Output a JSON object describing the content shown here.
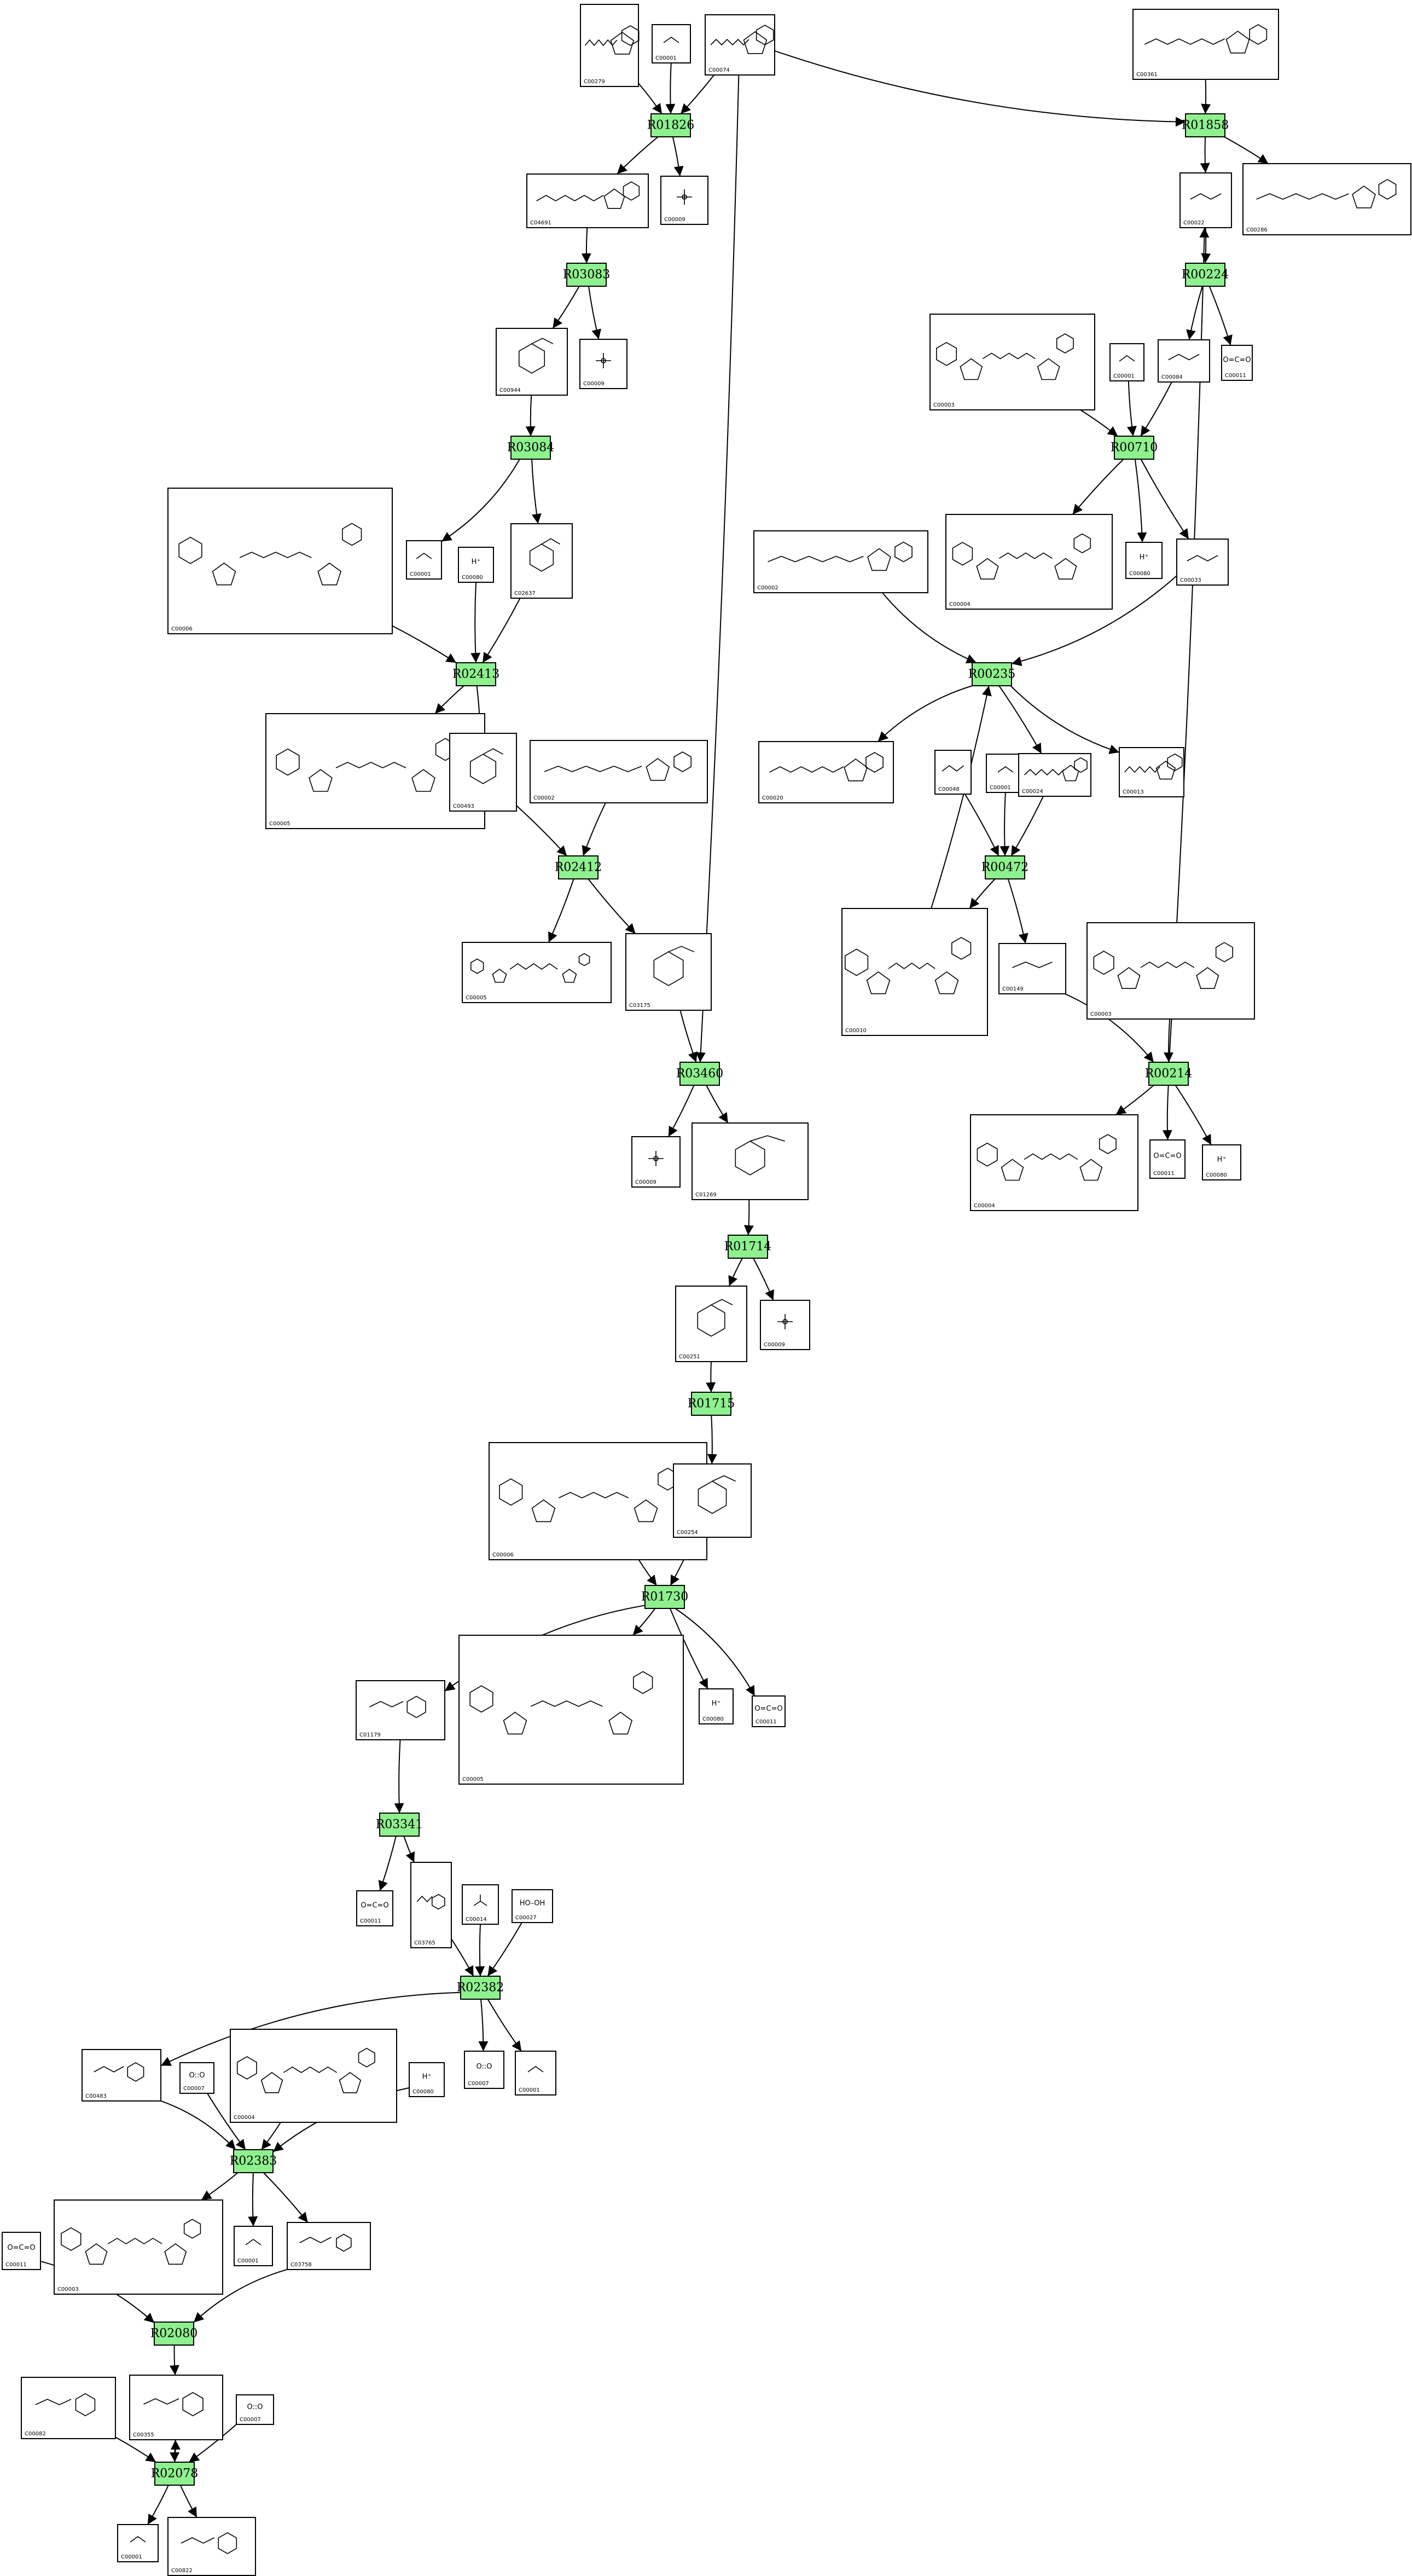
{
  "reactions": [
    {
      "id": "R01826",
      "label": "R01826"
    },
    {
      "id": "R01858",
      "label": "R01858"
    },
    {
      "id": "R03083",
      "label": "R03083"
    },
    {
      "id": "R00224",
      "label": "R00224"
    },
    {
      "id": "R03084",
      "label": "R03084"
    },
    {
      "id": "R00710",
      "label": "R00710"
    },
    {
      "id": "R02413",
      "label": "R02413"
    },
    {
      "id": "R00235",
      "label": "R00235"
    },
    {
      "id": "R02412",
      "label": "R02412"
    },
    {
      "id": "R00472",
      "label": "R00472"
    },
    {
      "id": "R03460",
      "label": "R03460"
    },
    {
      "id": "R00214",
      "label": "R00214"
    },
    {
      "id": "R01714",
      "label": "R01714"
    },
    {
      "id": "R01715",
      "label": "R01715"
    },
    {
      "id": "R01730",
      "label": "R01730"
    },
    {
      "id": "R03341",
      "label": "R03341"
    },
    {
      "id": "R02382",
      "label": "R02382"
    },
    {
      "id": "R02383",
      "label": "R02383"
    },
    {
      "id": "R02080",
      "label": "R02080"
    },
    {
      "id": "R02078",
      "label": "R02078"
    }
  ],
  "compounds": [
    {
      "id": "c1",
      "label": "C00279"
    },
    {
      "id": "c2",
      "label": "C00001"
    },
    {
      "id": "c3",
      "label": "C00074"
    },
    {
      "id": "c4",
      "label": "C00361"
    },
    {
      "id": "c5",
      "label": "C04691"
    },
    {
      "id": "c6",
      "label": "C00009"
    },
    {
      "id": "c7",
      "label": "C00022"
    },
    {
      "id": "c8",
      "label": "C00286"
    },
    {
      "id": "c9",
      "label": "C00944"
    },
    {
      "id": "c10",
      "label": "C00009"
    },
    {
      "id": "c11",
      "label": "C00003"
    },
    {
      "id": "c12",
      "label": "C00001"
    },
    {
      "id": "c13",
      "label": "C00084"
    },
    {
      "id": "c14",
      "label": "C00011"
    },
    {
      "id": "c15",
      "label": "C00006"
    },
    {
      "id": "c16",
      "label": "C00001"
    },
    {
      "id": "c17",
      "label": "C00080"
    },
    {
      "id": "c18",
      "label": "C02637"
    },
    {
      "id": "c19",
      "label": "C00002"
    },
    {
      "id": "c20",
      "label": "C00004"
    },
    {
      "id": "c21",
      "label": "C00080"
    },
    {
      "id": "c22",
      "label": "C00033"
    },
    {
      "id": "c23",
      "label": "C00005"
    },
    {
      "id": "c24",
      "label": "C00493"
    },
    {
      "id": "c25",
      "label": "C00002"
    },
    {
      "id": "c26",
      "label": "C00020"
    },
    {
      "id": "c27",
      "label": "C00048"
    },
    {
      "id": "c28",
      "label": "C00001"
    },
    {
      "id": "c29",
      "label": "C00024"
    },
    {
      "id": "c30",
      "label": "C00013"
    },
    {
      "id": "c31",
      "label": "C00005"
    },
    {
      "id": "c32",
      "label": "C03175"
    },
    {
      "id": "c33",
      "label": "C00010"
    },
    {
      "id": "c34",
      "label": "C00149"
    },
    {
      "id": "c35",
      "label": "C00003"
    },
    {
      "id": "c36",
      "label": "C00009"
    },
    {
      "id": "c37",
      "label": "C01269"
    },
    {
      "id": "c38",
      "label": "C00004"
    },
    {
      "id": "c39",
      "label": "C00011"
    },
    {
      "id": "c40",
      "label": "C00080"
    },
    {
      "id": "c41",
      "label": "C00251"
    },
    {
      "id": "c42",
      "label": "C00009"
    },
    {
      "id": "c43",
      "label": "C00006"
    },
    {
      "id": "c44",
      "label": "C00254"
    },
    {
      "id": "c45",
      "label": "C01179"
    },
    {
      "id": "c46",
      "label": "C00005"
    },
    {
      "id": "c47",
      "label": "C00080"
    },
    {
      "id": "c48",
      "label": "C00011"
    },
    {
      "id": "c49",
      "label": "C00011"
    },
    {
      "id": "c50",
      "label": "C03765"
    },
    {
      "id": "c51",
      "label": "C00014"
    },
    {
      "id": "c52",
      "label": "C00027"
    },
    {
      "id": "c53",
      "label": "C00483"
    },
    {
      "id": "c54",
      "label": "C00007"
    },
    {
      "id": "c55",
      "label": "C00004"
    },
    {
      "id": "c56",
      "label": "C00080"
    },
    {
      "id": "c57",
      "label": "C00007"
    },
    {
      "id": "c58",
      "label": "C00001"
    },
    {
      "id": "c59",
      "label": "C00003"
    },
    {
      "id": "c60",
      "label": "C00001"
    },
    {
      "id": "c61",
      "label": "C03758"
    },
    {
      "id": "c62",
      "label": "C00011"
    },
    {
      "id": "c63",
      "label": "C00082"
    },
    {
      "id": "c64",
      "label": "C00355"
    },
    {
      "id": "c65",
      "label": "C00007"
    },
    {
      "id": "c66",
      "label": "C00001"
    },
    {
      "id": "c67",
      "label": "C00822"
    }
  ],
  "formulas": {
    "proton": "H⁺",
    "oxygen": "O::O",
    "co2": "O=C=O",
    "peroxide": "HO–OH"
  }
}
